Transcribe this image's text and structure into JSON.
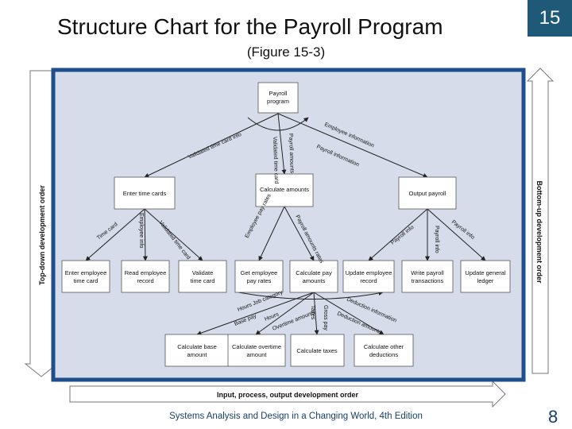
{
  "slide": {
    "title": "Structure Chart for the Payroll Program",
    "subtitle": "(Figure 15-3)",
    "number": "15",
    "footer": "Systems Analysis and Design in a Changing World, 4th Edition",
    "page": "8"
  },
  "colors": {
    "frame": "#1f4e8c",
    "panel": "#d6dce9",
    "accent": "#1e5a78",
    "footer_text": "#14406a"
  },
  "arrows": {
    "left": "Top-down development order",
    "right": "Bottom-up development order",
    "bottom": "Input, process, output development order"
  },
  "modules": {
    "payroll_program": [
      "Payroll",
      "program"
    ],
    "enter_time_cards": [
      "Enter time cards"
    ],
    "calculate_amounts": [
      "Calculate amounts"
    ],
    "output_payroll": [
      "Output payroll"
    ],
    "enter_employee_time_card": [
      "Enter employee",
      "time card"
    ],
    "read_employee_record": [
      "Read employee",
      "record"
    ],
    "validate_time_card": [
      "Validate",
      "time card"
    ],
    "get_employee_pay_rates": [
      "Get employee",
      "pay rates"
    ],
    "calculate_pay_amounts": [
      "Calculate pay",
      "amounts"
    ],
    "update_employee_record": [
      "Update employee",
      "record"
    ],
    "write_payroll_transactions": [
      "Write payroll",
      "transactions"
    ],
    "update_general_ledger": [
      "Update general",
      "ledger"
    ],
    "calculate_base_amount": [
      "Calculate base",
      "amount"
    ],
    "calculate_overtime_amount": [
      "Calculate overtime",
      "amount"
    ],
    "calculate_taxes": [
      "Calculate taxes"
    ],
    "calculate_other_deductions": [
      "Calculate other",
      "deductions"
    ]
  },
  "couples": {
    "validated_time_card_info": "Validated time card info",
    "validated_time_card": "Validated time card",
    "payroll_amounts": "Payroll amounts",
    "employee_information": "Employee information",
    "payroll_information": "Payroll information",
    "time_card": "Time card",
    "employee_info": "Employee info",
    "validated_time_card_2": "Validated time card",
    "employee_pay_rates": "Employee pay rates",
    "payroll_amounts_rates": "Payroll amounts rates",
    "payroll_info": "Payroll info",
    "payroll_info_2": "Payroll info",
    "payroll_info_3": "Payroll info",
    "hours_job_category": "Hours Job category",
    "base_pay": "Base pay",
    "hours": "Hours",
    "overtime_amounts": "Overtime amounts",
    "taxes": "Taxes",
    "gross_pay": "Gross pay",
    "deduction_information": "Deduction information",
    "deduction_amounts": "Deduction amounts"
  }
}
